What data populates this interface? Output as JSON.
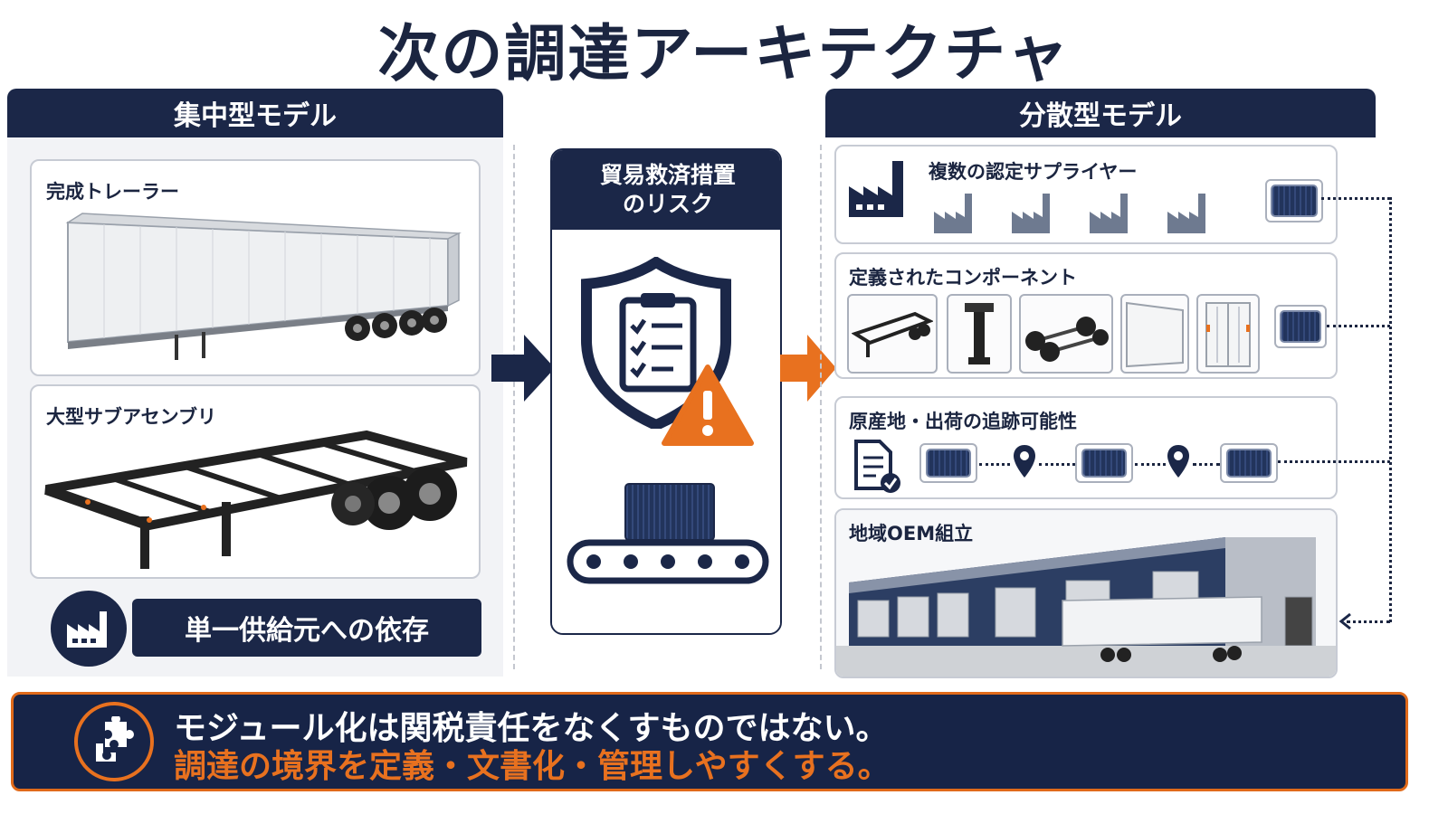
{
  "title": "次の調達アーキテクチャ",
  "left": {
    "header": "集中型モデル",
    "card1_label": "完成トレーラー",
    "card2_label": "大型サブアセンブリ",
    "dependency_label": "単一供給元への依存"
  },
  "center": {
    "header": "貿易救済措置\nのリスク"
  },
  "right": {
    "header": "分散型モデル",
    "suppliers_label": "複数の認定サプライヤー",
    "components_label": "定義されたコンポーネント",
    "traceability_label": "原産地・出荷の追跡可能性",
    "assembly_label": "地域OEM組立"
  },
  "footer": {
    "line1": "モジュール化は関税責任をなくすものではない。",
    "line2": "調達の境界を定義・文書化・管理しやすくする。"
  },
  "colors": {
    "navy": "#1b2748",
    "orange": "#e8711f",
    "card_border": "#c7cbd4",
    "panel_bg": "#f2f3f6"
  },
  "icons": {
    "factory": "factory-icon",
    "shield": "shield-clipboard-icon",
    "warning": "warning-icon",
    "container": "shipping-container-icon",
    "conveyor": "conveyor-icon",
    "pin": "location-pin-icon",
    "document": "document-check-icon",
    "puzzle": "puzzle-icon"
  }
}
